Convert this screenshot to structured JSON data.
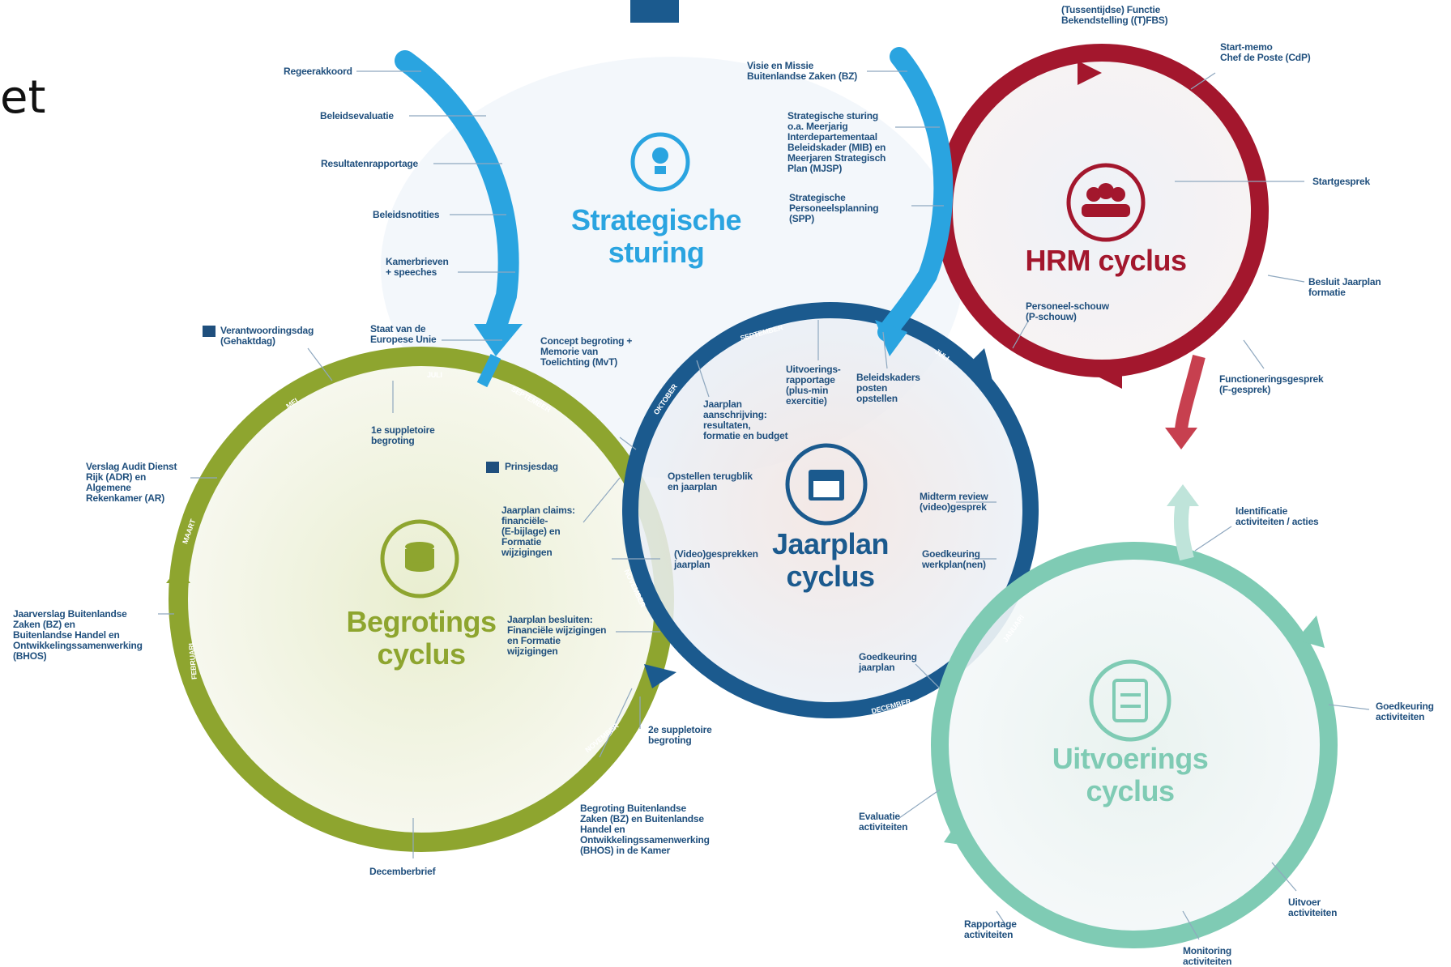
{
  "colors": {
    "blue": "#2aa4e0",
    "olive": "#8ea52f",
    "navy": "#1b5a8e",
    "crimson": "#a3172d",
    "teal": "#7fcbb4",
    "label": "#1f4f7d"
  },
  "edge_fragment": "et",
  "titles": {
    "strategic": "Strategische\nsturing",
    "begroting": "Begrotings\ncyclus",
    "jaarplan": "Jaarplan\ncyclus",
    "hrm": "HRM cyclus",
    "uitvoering": "Uitvoerings\ncyclus"
  },
  "icons": {
    "strategic": "lightbulb-icon",
    "begroting": "coins-icon",
    "jaarplan": "calendar-refresh-icon",
    "hrm": "people-group-icon",
    "uitvoering": "clipboard-checklist-icon",
    "calendar": "calendar-icon"
  },
  "strategic_arrow_labels": {
    "regeerakkoord": "Regeerakkoord",
    "beleidsevaluatie": "Beleidsevaluatie",
    "resultatenrapportage": "Resultatenrapportage",
    "beleidsnotities": "Beleidsnotities",
    "kamerbrieven": "Kamerbrieven\n+ speeches"
  },
  "second_arrow_labels": {
    "visie": "Visie en Missie\nBuitenlandse Zaken (BZ)",
    "strategische_sturing": "Strategische sturing\no.a. Meerjarig\nInterdepartementaal\nBeleidskader (MIB) en\nMeerjaren Strategisch\nPlan (MJSP)",
    "spp": "Strategische\nPersoneelsplanning\n(SPP)"
  },
  "begroting_labels": {
    "verantwoordingsdag": "Verantwoordingsdag\n(Gehaktdag)",
    "europese_unie": "Staat van de\nEuropese Unie",
    "concept": "Concept begroting +\nMemorie van\nToelichting (MvT)",
    "suppletoire1": "1e suppletoire\nbegroting",
    "prinsjesdag": "Prinsjesdag",
    "verslag_audit": "Verslag Audit Dienst\nRijk (ADR) en\nAlgemene\nRekenkamer (AR)",
    "jaarverslag": "Jaarverslag Buitenlandse\nZaken (BZ) en\nBuitenlandse Handel en\nOntwikkelingssamenwerking\n(BHOS)",
    "suppletoire2": "2e suppletoire\nbegroting",
    "begroting_bz": "Begroting Buitenlandse\nZaken (BZ) en Buitenlandse\nHandel en\nOntwikkelingssamenwerking\n(BHOS) in de Kamer",
    "decemberbrief": "Decemberbrief"
  },
  "begroting_months": [
    "MEI",
    "JULI",
    "SEPTEMBER",
    "MAART",
    "FEBRUARI",
    "NOVEMBER"
  ],
  "jaarplan_labels": {
    "uitvoeringsrapportage": "Uitvoerings-\nrapportage\n(plus-min\nexercitie)",
    "beleidskaders": "Beleidskaders\nposten\nopstellen",
    "aanschrijving": "Jaarplan\naanschrijving:\nresultaten,\nformatie en budget",
    "terugblik": "Opstellen terugblik\nen jaarplan",
    "claims": "Jaarplan claims:\nfinanciële-\n(E-bijlage) en\nFormatie\nwijzigingen",
    "videogesprekken": "(Video)gesprekken\njaarplan",
    "besluiten": "Jaarplan besluiten:\nFinanciële wijzigingen\nen Formatie\nwijzigingen",
    "midterm": "Midterm review\n(video)gesprek",
    "goedkeuring_werkplan": "Goedkeuring\nwerkplan(nen)",
    "goedkeuring_jaarplan": "Goedkeuring\njaarplan"
  },
  "jaarplan_months": [
    "SEPTEMBER",
    "JULI",
    "OKTOBER",
    "MEI",
    "NOVEMBER",
    "JANUARI",
    "DECEMBER"
  ],
  "hrm_labels": {
    "tfbs": "(Tussentijdse) Functie\nBekendstelling ((T)FBS)",
    "startmemo": "Start-memo\nChef de Poste (CdP)",
    "startgesprek": "Startgesprek",
    "besluit": "Besluit Jaarplan\nformatie",
    "pschouw": "Personeel-schouw\n(P-schouw)",
    "functionering": "Functioneringsgesprek\n(F-gesprek)"
  },
  "uitvoering_labels": {
    "identificatie": "Identificatie\nactiviteiten / acties",
    "goedkeuring": "Goedkeuring\nactiviteiten",
    "evaluatie": "Evaluatie\nactiviteiten",
    "uitvoer": "Uitvoer\nactiviteiten",
    "rapportage": "Rapportage\nactiviteiten",
    "monitoring": "Monitoring\nactiviteiten"
  }
}
